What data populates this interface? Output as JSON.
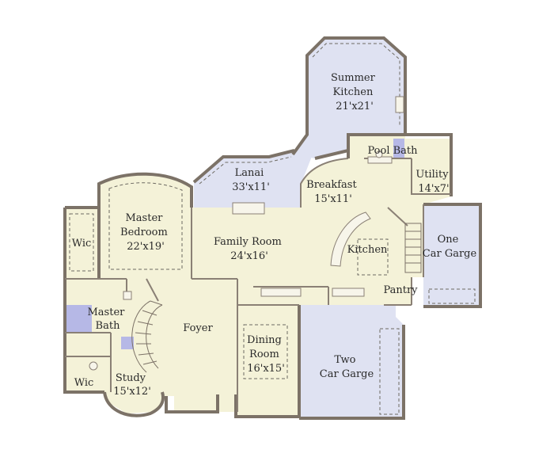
{
  "colors": {
    "interior": "#f4f2d8",
    "garage": "#dfe2f2",
    "wall": "#7c7267",
    "bath": "#b6b8e6"
  },
  "rooms": {
    "summer_kitchen": {
      "name": "Summer\nKitchen",
      "size": "21'x21'"
    },
    "pool_bath": {
      "name": "Pool Bath"
    },
    "utility": {
      "name": "Utility",
      "size": "14'x7'"
    },
    "lanai": {
      "name": "Lanai",
      "size": "33'x11'"
    },
    "breakfast": {
      "name": "Breakfast",
      "size": "15'x11'"
    },
    "master_bedroom": {
      "name": "Master\nBedroom",
      "size": "22'x19'"
    },
    "family_room": {
      "name": "Family Room",
      "size": "24'x16'"
    },
    "kitchen": {
      "name": "Kitchen"
    },
    "one_car_garage": {
      "name": "One\nCar Garge"
    },
    "wic_upper": {
      "name": "Wic"
    },
    "master_bath": {
      "name": "Master\nBath"
    },
    "foyer": {
      "name": "Foyer"
    },
    "dining_room": {
      "name": "Dining\nRoom",
      "size": "16'x15'"
    },
    "pantry": {
      "name": "Pantry"
    },
    "two_car_garage": {
      "name": "Two\nCar Garge"
    },
    "wic_lower": {
      "name": "Wic"
    },
    "study": {
      "name": "Study",
      "size": "15'x12'"
    }
  }
}
